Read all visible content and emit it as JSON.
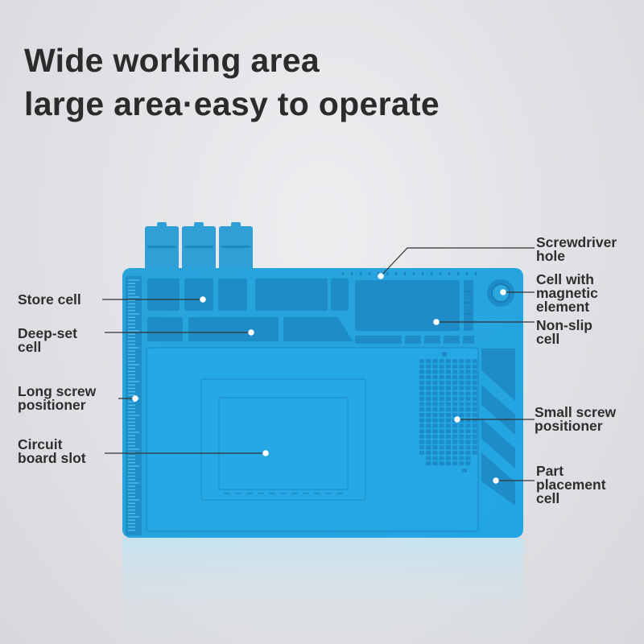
{
  "headline": {
    "line1": "Wide working area",
    "line2": "large area·easy to operate"
  },
  "labels": {
    "store_cell": [
      "Store cell"
    ],
    "deep_set_cell": [
      "Deep-set",
      "cell"
    ],
    "long_screw_positioner": [
      "Long screw",
      "positioner"
    ],
    "circuit_board_slot": [
      "Circuit",
      "board slot"
    ],
    "screwdriver_hole": [
      "Screwdriver",
      "hole"
    ],
    "magnetic_cell": [
      "Cell with",
      "magnetic",
      "element"
    ],
    "non_slip_cell": [
      "Non-slip",
      "cell"
    ],
    "small_screw_positioner": [
      "Small screw",
      "positioner"
    ],
    "part_placement_cell": [
      "Part",
      "placement",
      "cell"
    ]
  },
  "colors": {
    "mat_blue": "#27a4dc",
    "mat_dark": "#1b86bf",
    "mat_light": "#4fbbe9",
    "text": "#2e2e2e",
    "background": "#dfe1e4"
  }
}
